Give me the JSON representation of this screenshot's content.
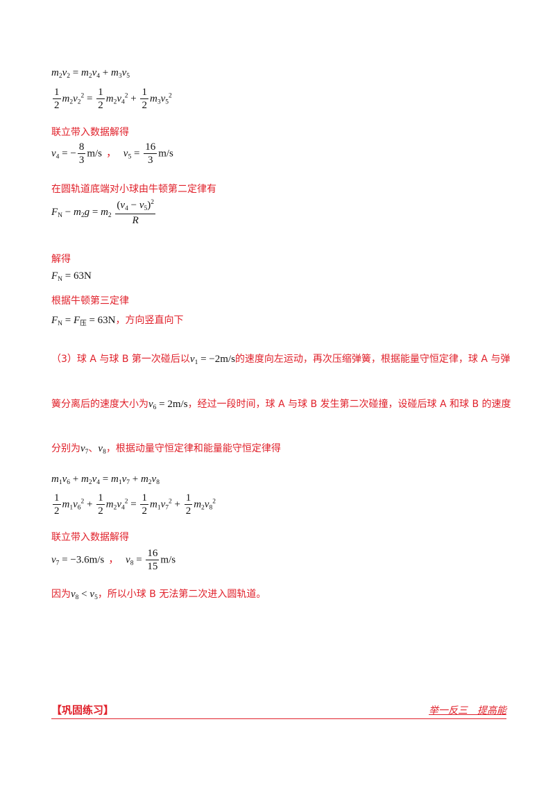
{
  "text": {
    "l1": "联立带入数据解得",
    "l2": "在圆轨道底端对小球由牛顿第二定律有",
    "l3": "解得",
    "l4": "根据牛顿第三定律",
    "l5": "，方向竖直向下",
    "p3a": "（3）球 A 与球 B 第一次碰后以",
    "p3b": "的速度向左运动，再次压缩弹簧，根据能量守恒定律，球 A 与弹",
    "p3c": "簧分离后的速度大小为",
    "p3d": "，经过一段时间，球 A 与球 B 发生第二次碰撞，设碰后球 A 和球 B 的速度",
    "p3e": "分别为",
    "p3f": "、",
    "p3g": "，根据动量守恒定律和能量能守恒定律得",
    "l6": "联立带入数据解得",
    "l7a": "因为",
    "l7b": "，所以小球 B 无法第二次进入圆轨道。",
    "comma": "，"
  },
  "footer": {
    "left": "【巩固练习】",
    "right": "举一反三　提高能"
  }
}
